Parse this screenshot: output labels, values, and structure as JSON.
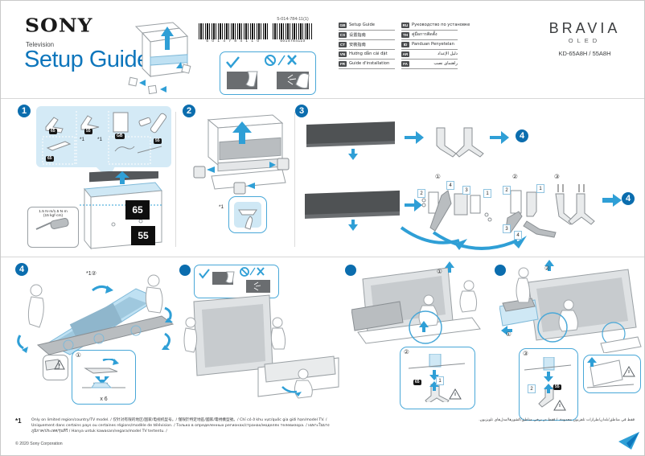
{
  "header": {
    "brand": "SONY",
    "product_line": "Television",
    "title": "Setup Guide",
    "doc_number": "5-014-784-11(1)",
    "barcode_left_digits": "5 0 1 4 7 8 4 1 1 0",
    "barcode_right_digits": "5014784110",
    "bravia": "BRAVIA",
    "oled": "OLED",
    "model": "KD-65A8H / 55A8H"
  },
  "languages": {
    "left": [
      {
        "code": "GB",
        "label": "Setup Guide"
      },
      {
        "code": "CS",
        "label": "设置指南"
      },
      {
        "code": "CT",
        "label": "安裝指南"
      },
      {
        "code": "VN",
        "label": "Hướng dẫn cài đặt"
      },
      {
        "code": "FR",
        "label": "Guide d'installation"
      }
    ],
    "right": [
      {
        "code": "RU",
        "label": "Руководство по установке"
      },
      {
        "code": "TH",
        "label": "คู่มือการติดตั้ง"
      },
      {
        "code": "ID",
        "label": "Panduan Penyetelan"
      },
      {
        "code": "AR",
        "label": "دليل الإعداد"
      },
      {
        "code": "FA",
        "label": "راهنمای نصب"
      }
    ]
  },
  "steps": {
    "step1": {
      "number": "1",
      "asterisk": "*1",
      "badge_stand_65": "65",
      "badge_stand_55": "55",
      "badge_manual": "GB",
      "badge_cable": "55",
      "torque_line1": "1.5 N·m/1.5 N·m",
      "torque_line2": "(15 kgf·cm)",
      "size_65": "65",
      "size_55": "55"
    },
    "step2": {
      "number": "2",
      "asterisk": "*1"
    },
    "step3": {
      "number": "3",
      "goto": "4",
      "sub1": "①",
      "sub2": "②",
      "sub3": "③",
      "part1": "1",
      "part2": "2",
      "part3": "3",
      "part4": "4"
    },
    "step4": {
      "number": "4"
    }
  },
  "panels": {
    "p1": {
      "label": "*1②",
      "sub1": "①",
      "times6": "x 6"
    },
    "p3": {
      "sub1": "①",
      "sub2": "②",
      "badge": "65",
      "part": "1"
    },
    "p4": {
      "sub1": "①",
      "sub2": "②",
      "sub3": "③",
      "badge": "55",
      "part": "2"
    }
  },
  "footer": {
    "asterisk": "*1",
    "note": "Only on limited region/country/TV model. / 仅针对有限的地区/国家/电视机型号。/ 僅限於特定地區/國家/電視機型號。/ Chỉ có ở khu vực/quốc gia giới hạn/model TV. / Uniquement dans certains pays ou certaines régions/modèle de télévision. / Только в определенных регионах/странах/моделях телевизора. / เฉพาะในบางภูมิภาค/ประเทศ/รุ่นทีวี / Hanya untuk kawasan/negara/model TV tertentu. /",
    "note_rtl": "فقط في مناطق/بلدان/طرازات تلفزيون محدودة. / فقط در برخی مناطق/کشورها/مدل‌های تلویزیون.",
    "copyright": "© 2020 Sony Corporation"
  }
}
